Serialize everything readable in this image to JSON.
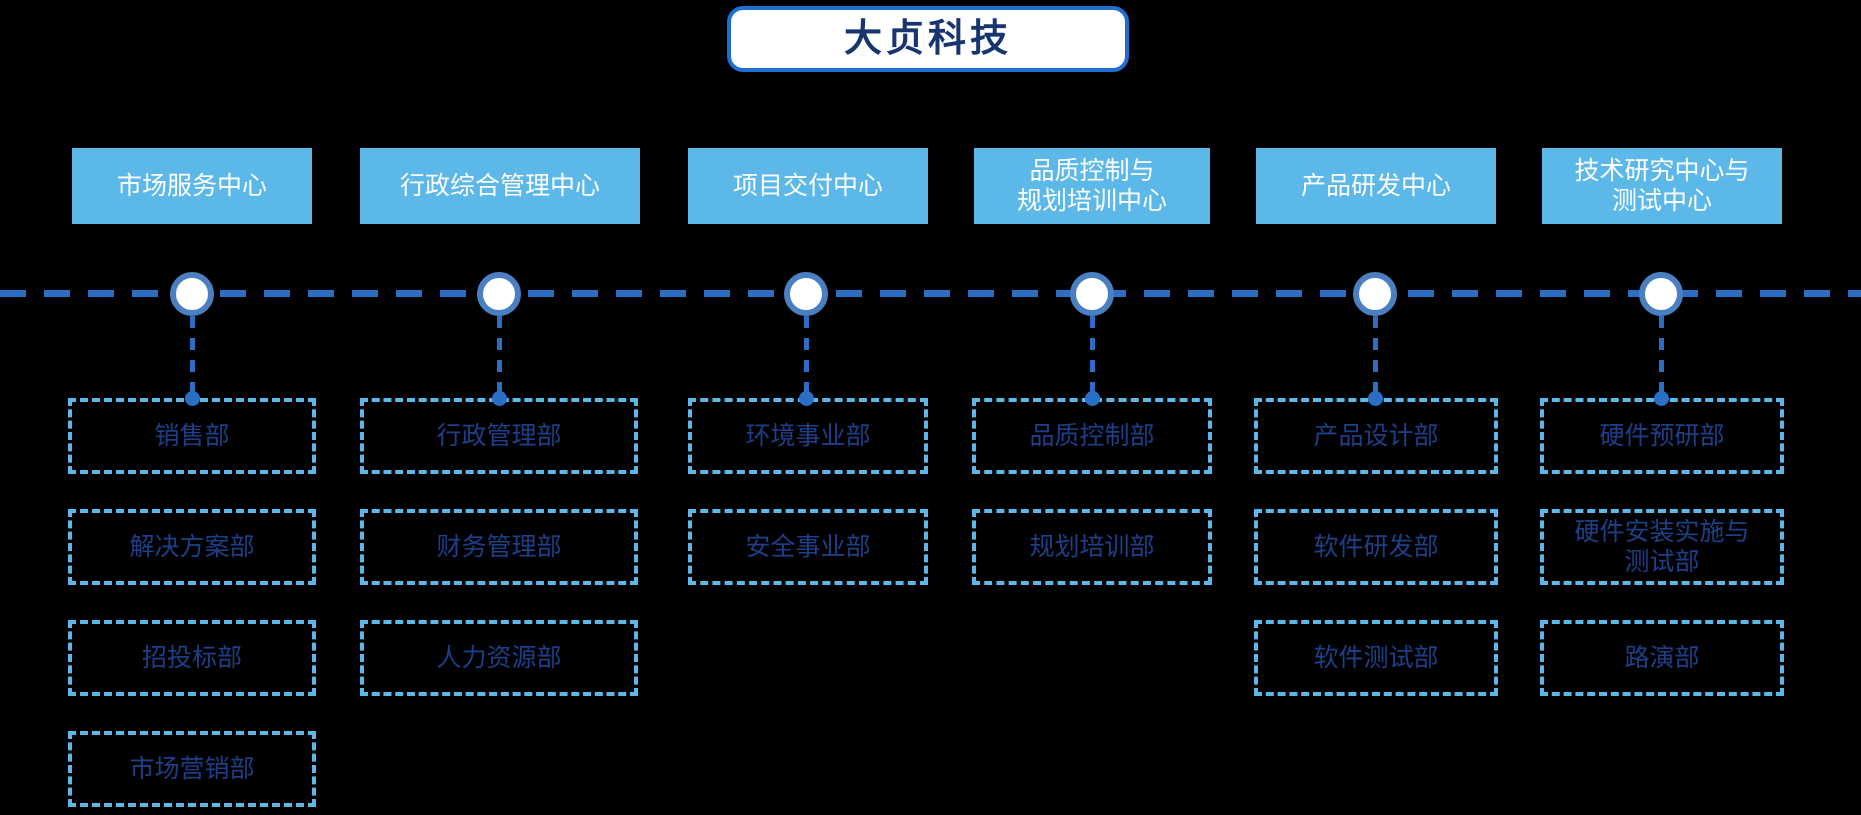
{
  "diagram": {
    "type": "organization-chart",
    "title": "大贞科技",
    "colors": {
      "background": "#000000",
      "title_border": "#1f6fd0",
      "title_text": "#17356e",
      "title_fill": "#ffffff",
      "center_box_fill": "#5bb8e8",
      "center_box_text": "#ffffff",
      "timeline_line": "#2a6fc4",
      "node_ring": "#4a7fc1",
      "node_fill": "#ffffff",
      "dept_border": "#5bb8e8",
      "dept_text": "#1d3f89"
    },
    "columns": [
      {
        "center": "市场服务中心",
        "departments": [
          "销售部",
          "解决方案部",
          "招投标部",
          "市场营销部"
        ]
      },
      {
        "center": "行政综合管理中心",
        "departments": [
          "行政管理部",
          "财务管理部",
          "人力资源部"
        ]
      },
      {
        "center": "项目交付中心",
        "departments": [
          "环境事业部",
          "安全事业部"
        ]
      },
      {
        "center": "品质控制与规划培训中心",
        "center_lines": [
          "品质控制与",
          "规划培训中心"
        ],
        "departments": [
          "品质控制部",
          "规划培训部"
        ]
      },
      {
        "center": "产品研发中心",
        "departments": [
          "产品设计部",
          "软件研发部",
          "软件测试部"
        ]
      },
      {
        "center": "技术研究中心与测试中心",
        "center_lines": [
          "技术研究中心与",
          "测试中心"
        ],
        "departments": [
          "硬件预研部",
          "硬件安装实施与测试部",
          "路演部"
        ],
        "department_lines": [
          [
            "硬件预研部"
          ],
          [
            "硬件安装实施与",
            "测试部"
          ],
          [
            "路演部"
          ]
        ]
      }
    ]
  }
}
